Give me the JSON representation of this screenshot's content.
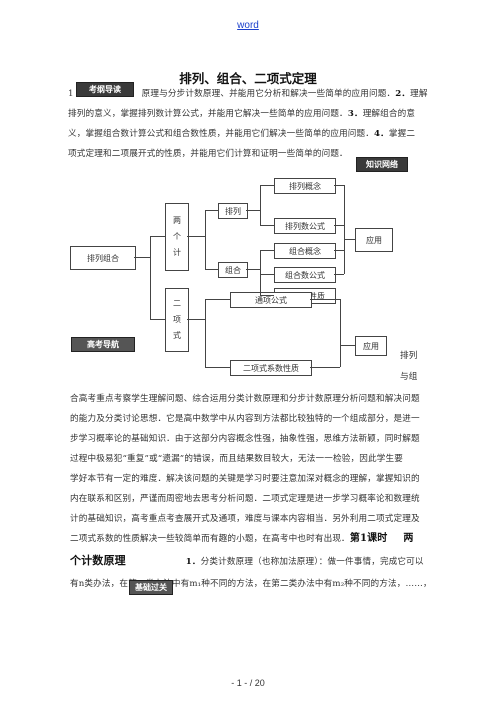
{
  "header": {
    "word": "word"
  },
  "title": "排列、组合、二项式定理",
  "tags": {
    "exam_guide": "考纲导读",
    "knowledge_net": "知识网络",
    "high_exam": "高考导航",
    "basic_review": "基础过关"
  },
  "intro": {
    "line1_a": "1",
    "line1_b": "原理与分步计数原理、并能用它分析和解决一些简单的应用问题．",
    "line1_c": "2．",
    "line1_d": "理解",
    "line2": "排列的意义，掌握排列数计算公式，并能用它解决一些简单的应用问题．",
    "line2_num": "3．",
    "line2_end": "理解组合的意",
    "line3": "义，掌握组合数计算公式和组合数性质，并能用它们解决一些简单的应用问题．",
    "line3_num": "4．",
    "line3_end": "掌握二",
    "line4": "项式定理和二项展开式的性质，并能用它们计算和证明一些简单的问题．"
  },
  "diagram": {
    "root": "排列组合",
    "two_counting": [
      "两",
      "个",
      "计"
    ],
    "perm": "排列",
    "comb": "组合",
    "perm_concept": "排列概念",
    "perm_formula": "排列数公式",
    "comb_concept": "组合概念",
    "comb_formula": "组合数公式",
    "comb_property": "组合数性质",
    "application1": "应用",
    "binomial": [
      "二",
      "项",
      "式"
    ],
    "general_term": "通项公式",
    "binomial_coef": "二项式系数性质",
    "application2": "应用"
  },
  "side_note": {
    "a": "排列",
    "b": "与组"
  },
  "body": {
    "l1": "合高考重点考察学生理解问题、综合运用分类计数原理和分步计数原理分析问题和解决问题",
    "l2": "的能力及分类讨论思想．它是高中数学中从内容到方法都比较独特的一个组成部分，是进一",
    "l3": "步学习概率论的基础知识．由于这部分内容概念性强，抽象性强，思维方法新颖，同时解题",
    "l4": "过程中极易犯“重复”或“遗漏”的错误，而且结果数目较大，无法一一检验，因此学生要",
    "l5": "学好本节有一定的难度．解决该问题的关键是学习时要注意加深对概念的理解，掌握知识的",
    "l6": "内在联系和区别，严谨而周密地去思考分析问题．二项式定理是进一步学习概率论和数理统",
    "l7": "计的基础知识，高考重点考查展开式及通项，难度与课本内容相当．另外利用二项式定理及",
    "l8": "二项式系数的性质解决一些较简单而有趣的小题，在高考中也时有出现．",
    "l8_bold": "第1课时",
    "l8_end": "两",
    "heading": "个计数原理",
    "l9_num": "1．",
    "l9": "分类计数原理（也称加法原理）：做一件事情，完成它可以",
    "l10": "有n类办法，在第一类办法中有m₁种不同的方法，在第二类办法中有m₂种不同的方法，……，"
  },
  "footer": {
    "page": "- 1 - / 20"
  }
}
